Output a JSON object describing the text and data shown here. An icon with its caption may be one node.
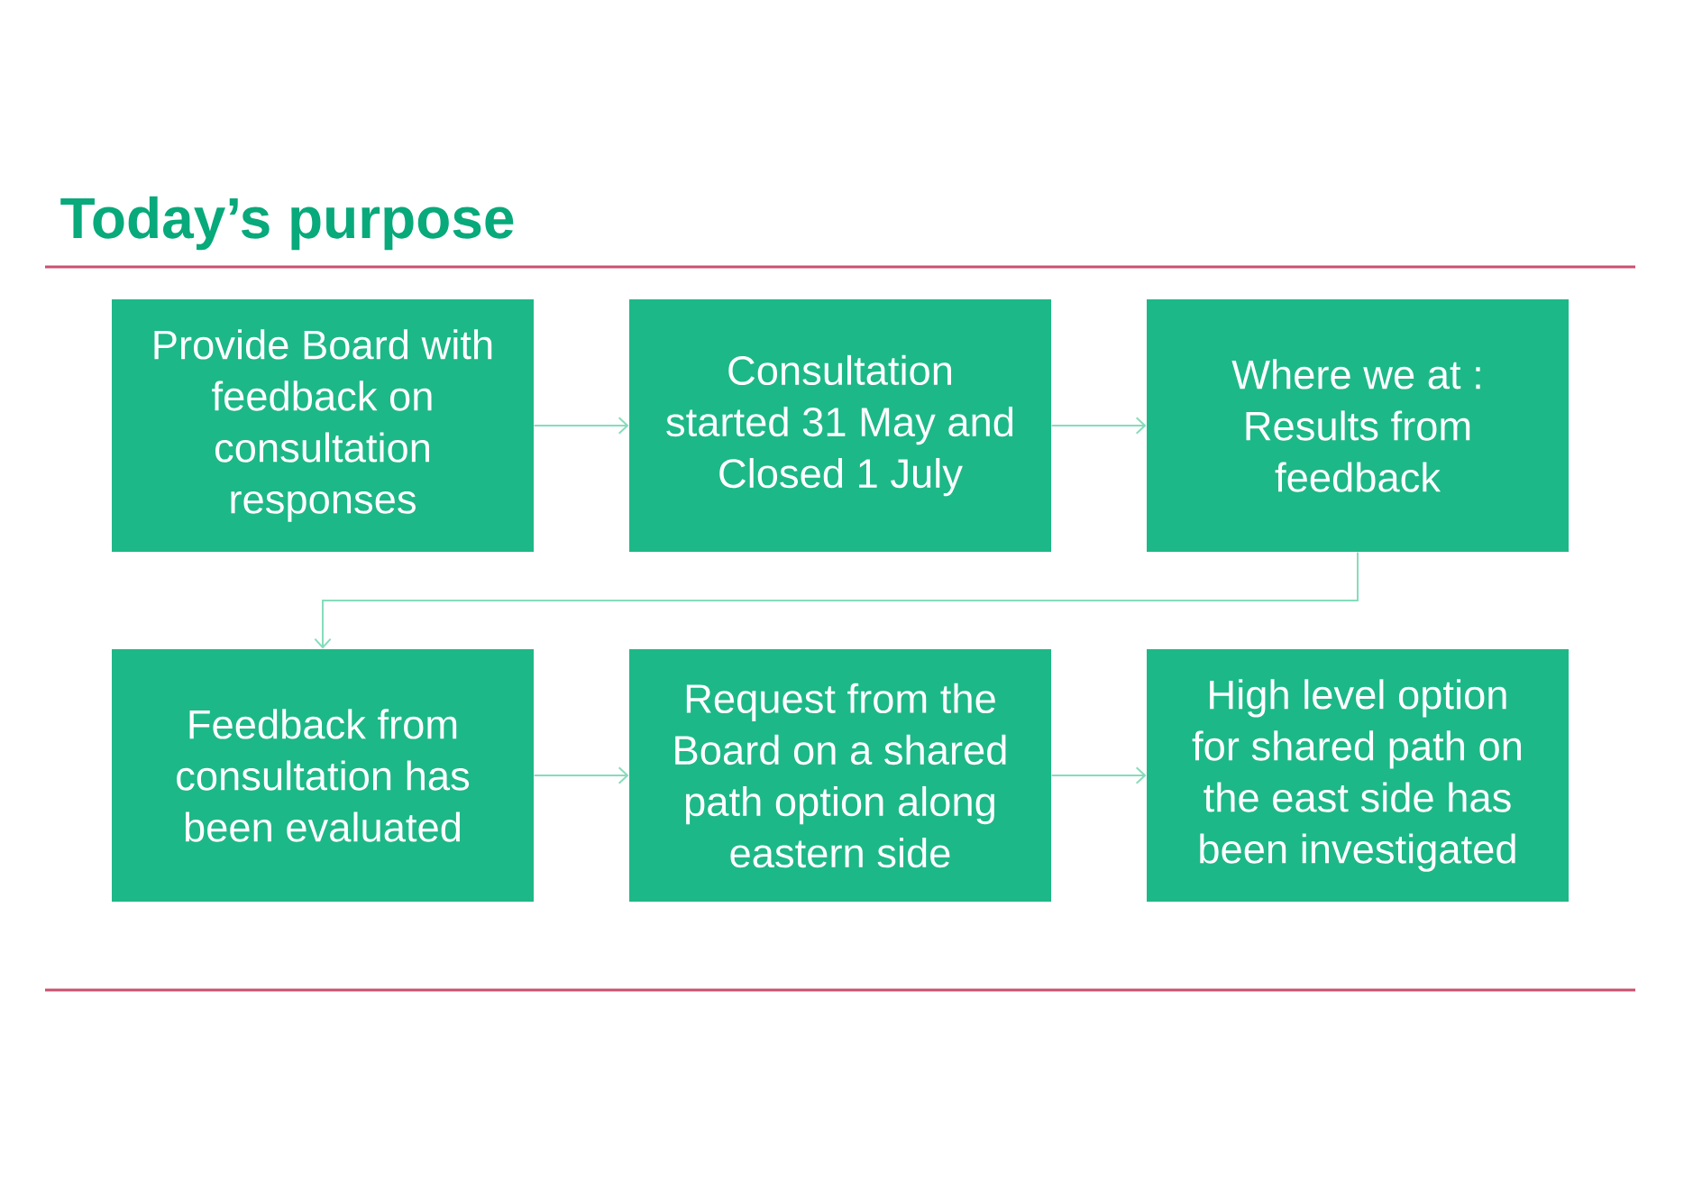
{
  "diagram": {
    "title": "Today’s purpose",
    "nodes": [
      {
        "text": [
          "Provide Board with feedback on consultation responses"
        ]
      },
      {
        "text": [
          "Consultation started 31 May and Closed 1 July"
        ]
      },
      {
        "text": [
          "Where we at : Results from feedback"
        ]
      },
      {
        "text": [
          "Feedback from consultation has been evaluated"
        ]
      },
      {
        "text": [
          "Request from the Board on a shared path option along eastern side"
        ]
      },
      {
        "text": [
          "High level option for shared path on the east side has been investigated"
        ]
      }
    ],
    "edges": [
      {
        "from": 0,
        "to": 1,
        "arrow": "to"
      },
      {
        "from": 1,
        "to": 2,
        "arrow": "to"
      },
      {
        "from": 2,
        "to": 3,
        "arrow": "to"
      },
      {
        "from": 3,
        "to": 4,
        "arrow": "to"
      },
      {
        "from": 4,
        "to": 5,
        "arrow": "to"
      }
    ]
  }
}
